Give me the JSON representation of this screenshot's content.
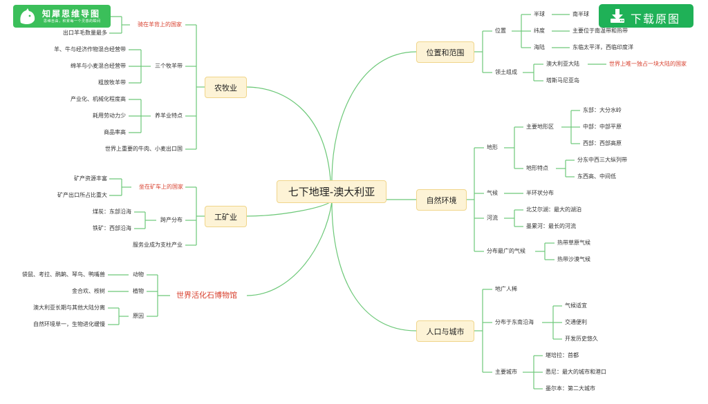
{
  "logo": {
    "name": "知犀思维导图",
    "slogan": "思维自由，积累每一个灵感的瞬间"
  },
  "download": {
    "label": "下载原图"
  },
  "root": "七下地理-澳大利亚",
  "agri": {
    "title": "农牧业",
    "g1": {
      "label": "骑在羊背上的国家",
      "items": [
        "出口羊毛数量最多"
      ]
    },
    "g2": {
      "label": "三个牧羊带",
      "items": [
        "羊、牛与经济作物混合经营带",
        "绵羊与小麦混合经营带",
        "粗放牧羊带"
      ]
    },
    "g3": {
      "label": "养羊业特点",
      "items": [
        "产业化、机械化程度高",
        "耗用劳动力少",
        "商品率高"
      ]
    },
    "g4": "世界上重要的牛肉、小麦出口国"
  },
  "mine": {
    "title": "工矿业",
    "g1": {
      "label": "坐在矿车上的国家",
      "items": [
        "矿产资源丰富",
        "矿产出口所占比重大"
      ]
    },
    "g2": {
      "label": "跨产分布",
      "items": [
        "煤炭：东部沿海",
        "铁矿：西部沿海"
      ]
    },
    "g3": "服务业成为支柱产业"
  },
  "museum": {
    "title": "世界活化石博物馆",
    "animal": {
      "label": "动物",
      "item": "袋鼠、考拉、鸸鹋、琴鸟、鸭嘴兽"
    },
    "plant": {
      "label": "植物",
      "item": "金合欢、桉树"
    },
    "reason": {
      "label": "原因",
      "items": [
        "澳大利亚长期与其他大陆分离",
        "自然环境单一，生物进化缓慢"
      ]
    }
  },
  "loc": {
    "title": "位置和范围",
    "pos": {
      "label": "位置",
      "rows": [
        {
          "k": "半球",
          "v": "南半球"
        },
        {
          "k": "纬度",
          "v": "主要位于南温带和热带"
        },
        {
          "k": "海陆",
          "v": "东临太平洋，西临印度洋"
        }
      ]
    },
    "terr": {
      "label": "领土组成",
      "mainland": "澳大利亚大陆",
      "mainland_note": "世界上唯一独占一块大陆的国家",
      "island": "塔斯马尼亚岛"
    }
  },
  "nat": {
    "title": "自然环境",
    "terrain": {
      "label": "地形",
      "regions": {
        "label": "主要地形区",
        "items": [
          "东部：大分水岭",
          "中部：中部平原",
          "西部：西部高原"
        ]
      },
      "features": {
        "label": "地形特点",
        "items": [
          "分东中西三大纵列带",
          "东西高、中间低"
        ]
      }
    },
    "climate": {
      "label": "气候",
      "item": "半环状分布"
    },
    "river": {
      "label": "河流",
      "items": [
        "北艾尔湖：最大的湖泊",
        "墨累河：最长的河流"
      ]
    },
    "widest": {
      "label": "分布最广的气候",
      "items": [
        "热带草原气候",
        "热带沙漠气候"
      ]
    }
  },
  "pop": {
    "title": "人口与城市",
    "sparse": "地广人稀",
    "east": {
      "label": "分布于东南沿海",
      "items": [
        "气候适宜",
        "交通便利",
        "开发历史悠久"
      ]
    },
    "cities": {
      "label": "主要城市",
      "items": [
        "堪培拉：首都",
        "悉尼：最大的城市和港口",
        "墨尔本：第二大城市"
      ]
    }
  },
  "colors": {
    "line": "#6cc878",
    "node_fill": "#fdf3d6",
    "node_border": "#f0d58a",
    "red": "#d8412f",
    "brand": "#3bbf5a",
    "download": "#1fb157"
  }
}
